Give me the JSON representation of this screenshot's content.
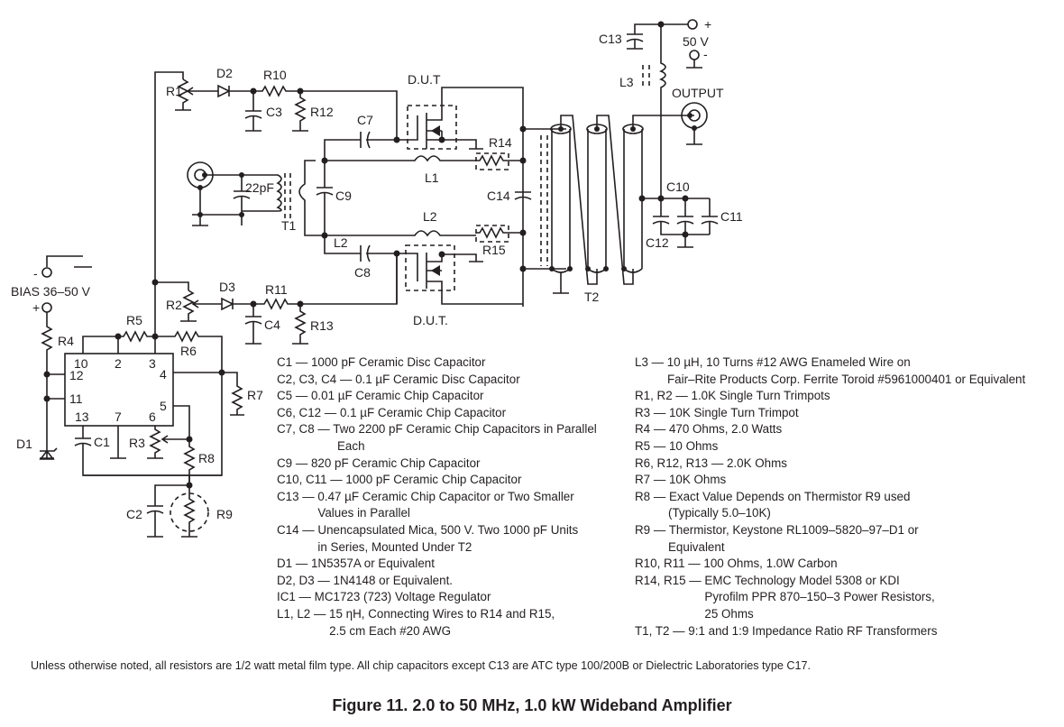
{
  "figure": {
    "caption": "Figure 11. 2.0 to 50 MHz, 1.0 kW Wideband Amplifier",
    "note": "Unless otherwise noted, all resistors are 1/2 watt metal film type. All chip capacitors except C13 are ATC type 100/200B or Dielectric Laboratories type C17."
  },
  "schematic": {
    "labels": {
      "bias": "BIAS 36–50 V",
      "bias_minus": "-",
      "bias_plus": "+",
      "supply": "50 V",
      "supply_plus": "+",
      "supply_minus": "-",
      "output": "OUTPUT",
      "dut_top": "D.U.T",
      "dut_bottom": "D.U.T.",
      "r1": "R1",
      "r2": "R2",
      "r3": "R3",
      "r4": "R4",
      "r5": "R5",
      "r6": "R6",
      "r7": "R7",
      "r8": "R8",
      "r9": "R9",
      "r10": "R10",
      "r11": "R11",
      "r12": "R12",
      "r13": "R13",
      "r14": "R14",
      "r15": "R15",
      "c1": "C1",
      "c2": "C2",
      "c3": "C3",
      "c4": "C4",
      "c7": "C7",
      "c8": "C8",
      "c9": "C9",
      "c10": "C10",
      "c11": "C11",
      "c12": "C12",
      "c13": "C13",
      "c14": "C14",
      "cin": "22pF",
      "d1": "D1",
      "d2": "D2",
      "d3": "D3",
      "l1": "L1",
      "l2": "L2",
      "l2b": "L2",
      "l3": "L3",
      "t1": "T1",
      "t2": "T2",
      "pins": {
        "p10": "10",
        "p2": "2",
        "p3": "3",
        "p4": "4",
        "p12": "12",
        "p11": "11",
        "p5": "5",
        "p13": "13",
        "p7": "7",
        "p6": "6"
      }
    }
  },
  "parts_list": {
    "left": [
      {
        "text": "C1 — 1000 pF Ceramic Disc Capacitor",
        "cont": []
      },
      {
        "text": "C2, C3, C4 — 0.1 µF Ceramic Disc Capacitor",
        "cont": []
      },
      {
        "text": "C5 — 0.01 µF Ceramic Chip Capacitor",
        "cont": []
      },
      {
        "text": "C6, C12 — 0.1 µF Ceramic Chip Capacitor",
        "cont": []
      },
      {
        "text": "C7, C8 — Two 2200 pF Ceramic Chip Capacitors in Parallel",
        "cont": [
          "Each"
        ]
      },
      {
        "text": "C9 — 820 pF Ceramic Chip Capacitor",
        "cont": []
      },
      {
        "text": "C10, C11 — 1000 pF Ceramic Chip Capacitor",
        "cont": []
      },
      {
        "text": "C13 — 0.47 µF Ceramic Chip Capacitor or Two Smaller",
        "cont": [
          "Values in Parallel"
        ]
      },
      {
        "text": "C14 — Unencapsulated Mica, 500 V. Two 1000 pF Units",
        "cont": [
          "in Series, Mounted Under T2"
        ]
      },
      {
        "text": "D1 — 1N5357A or Equivalent",
        "cont": []
      },
      {
        "text": "D2, D3 — 1N4148 or Equivalent.",
        "cont": []
      },
      {
        "text": "IC1 — MC1723 (723) Voltage Regulator",
        "cont": []
      },
      {
        "text": "L1, L2 — 15 ηH, Connecting Wires to R14 and R15,",
        "cont": [
          "2.5 cm Each #20 AWG"
        ]
      }
    ],
    "right": [
      {
        "text": "L3 — 10 µH, 10 Turns #12 AWG Enameled Wire on",
        "cont": [
          "Fair–Rite Products Corp. Ferrite Toroid #5961000401 or Equivalent"
        ]
      },
      {
        "text": "R1, R2 — 1.0K Single Turn Trimpots",
        "cont": []
      },
      {
        "text": "R3 — 10K Single Turn Trimpot",
        "cont": []
      },
      {
        "text": "R4 — 470 Ohms, 2.0 Watts",
        "cont": []
      },
      {
        "text": "R5 — 10 Ohms",
        "cont": []
      },
      {
        "text": "R6, R12, R13 — 2.0K Ohms",
        "cont": []
      },
      {
        "text": "R7 — 10K Ohms",
        "cont": []
      },
      {
        "text": "R8 — Exact Value Depends on Thermistor R9 used",
        "cont": [
          "(Typically 5.0–10K)"
        ]
      },
      {
        "text": "R9 — Thermistor, Keystone RL1009–5820–97–D1 or",
        "cont": [
          "Equivalent"
        ]
      },
      {
        "text": "R10, R11 — 100 Ohms, 1.0W Carbon",
        "cont": []
      },
      {
        "text": "R14, R15 — EMC Technology Model 5308 or KDI",
        "cont": [
          "Pyrofilm PPR 870–150–3 Power Resistors,",
          "25 Ohms"
        ]
      },
      {
        "text": "T1, T2 — 9:1 and 1:9 Impedance Ratio RF Transformers",
        "cont": []
      }
    ]
  }
}
